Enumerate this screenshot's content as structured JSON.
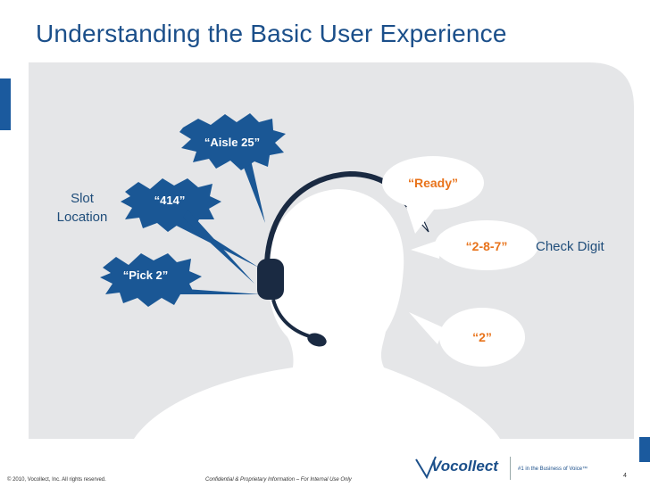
{
  "slide": {
    "title": "Understanding the Basic User Experience",
    "page_number": "4"
  },
  "bubbles": {
    "aisle": "“Aisle 25”",
    "slot": "“414”",
    "pick": "“Pick 2”",
    "ready": "“Ready”",
    "check": "“2-8-7”",
    "qty": "“2”"
  },
  "labels": {
    "slot_location_line1": "Slot",
    "slot_location_line2": "Location",
    "check_digit": "Check Digit"
  },
  "footer": {
    "copyright": "© 2010, Vocollect, Inc. All rights reserved.",
    "confidential": "Confidential  & Proprietary Information – For Internal Use Only",
    "brand": "Vocollect",
    "tagline": "#1 in the Business of Voice™"
  },
  "colors": {
    "title": "#1b4f8a",
    "spiky_bubble": "#1a5795",
    "orange_text": "#e8731b",
    "panel_bg": "#e5e6e8",
    "silhouette": "#ffffff"
  }
}
